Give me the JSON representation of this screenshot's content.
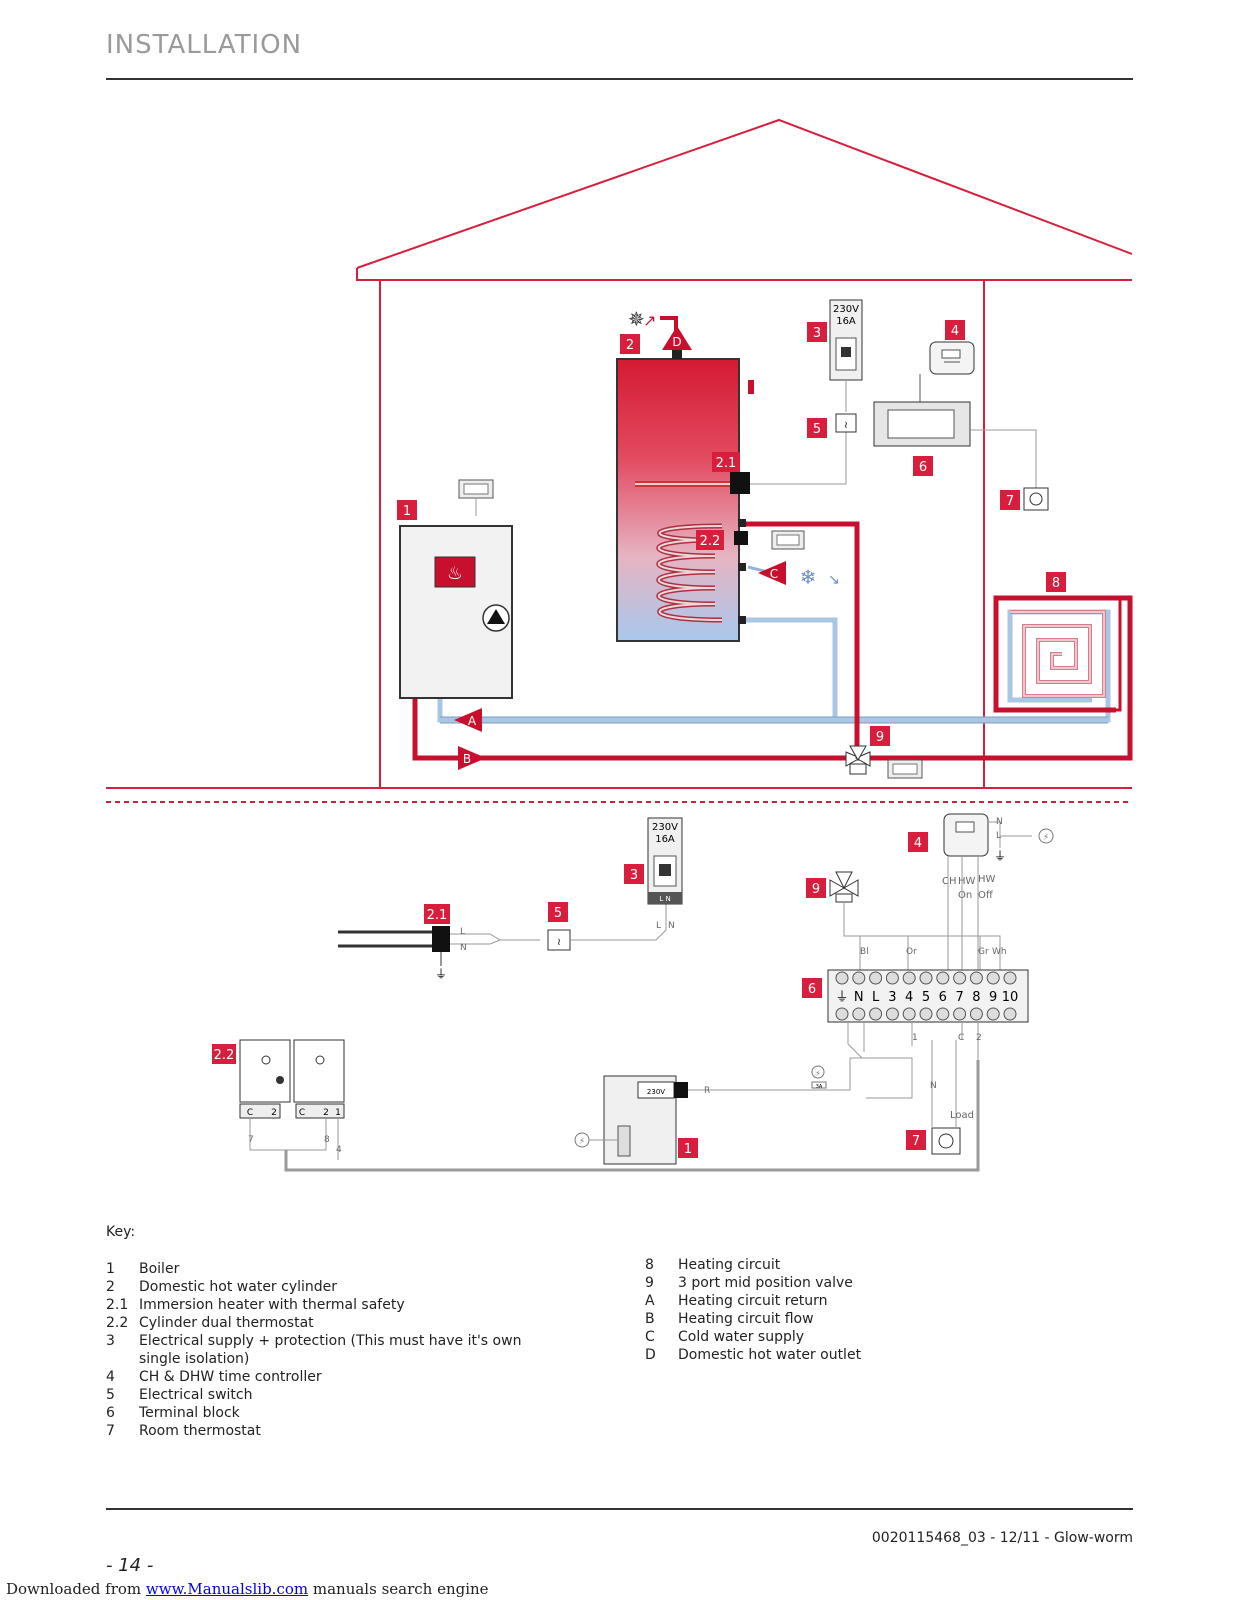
{
  "header": {
    "title": "INSTALLATION"
  },
  "diagram": {
    "badges": [
      "1",
      "2",
      "2.1",
      "2.2",
      "3",
      "4",
      "5",
      "6",
      "7",
      "8",
      "9"
    ],
    "flow_labels": [
      "A",
      "B",
      "C",
      "D"
    ],
    "supply_rating": [
      "230V",
      "16A"
    ],
    "supply_terminals": "L N",
    "heater_wires": [
      "L",
      "N"
    ],
    "switch_wires": [
      "L",
      "N"
    ],
    "controller_wires": [
      "N",
      "L"
    ],
    "controller_outputs": [
      "CH",
      "HW",
      "HW"
    ],
    "controller_outputs_sub": [
      "On",
      "Off"
    ],
    "terminal_colors": [
      "Bl",
      "Or",
      "Gr",
      "Wh"
    ],
    "terminal_numbers": [
      "N",
      "L",
      "3",
      "4",
      "5",
      "6",
      "7",
      "8",
      "9",
      "10"
    ],
    "terminal_lower": [
      "1",
      "C",
      "2"
    ],
    "boiler_wire": "R",
    "boiler_voltage": "230V",
    "fuse": "3A",
    "thermostat_wires": [
      "N",
      "Load"
    ],
    "cyl_thermostat_terminals": [
      "C",
      "2",
      "C",
      "2",
      "1"
    ],
    "cyl_wire_numbers": [
      "7",
      "8",
      "4"
    ]
  },
  "key": {
    "title": "Key:",
    "items_left": [
      {
        "num": "1",
        "text": "Boiler"
      },
      {
        "num": "2",
        "text": "Domestic hot water cylinder"
      },
      {
        "num": "2.1",
        "text": "Immersion heater with thermal safety"
      },
      {
        "num": "2.2",
        "text": "Cylinder dual thermostat"
      },
      {
        "num": "3",
        "text": "Electrical supply + protection (This must have it's own single isolation)"
      },
      {
        "num": "4",
        "text": "CH & DHW time controller"
      },
      {
        "num": "5",
        "text": "Electrical switch"
      },
      {
        "num": "6",
        "text": "Terminal block"
      },
      {
        "num": "7",
        "text": "Room thermostat"
      }
    ],
    "items_right": [
      {
        "num": "8",
        "text": "Heating circuit"
      },
      {
        "num": "9",
        "text": "3 port mid position valve"
      },
      {
        "num": "A",
        "text": "Heating circuit return"
      },
      {
        "num": "B",
        "text": "Heating circuit flow"
      },
      {
        "num": "C",
        "text": "Cold water supply"
      },
      {
        "num": "D",
        "text": "Domestic hot water outlet"
      }
    ]
  },
  "footer": {
    "doc_ref": "0020115468_03 - 12/11 - Glow-worm",
    "page": "- 14 -",
    "download_prefix": "Downloaded from ",
    "download_link": "www.Manualslib.com",
    "download_suffix": " manuals search engine"
  },
  "colors": {
    "accent": "#d81e3c",
    "flow_red": "#c8102e",
    "return_blue": "#a9c6e4",
    "wire_gray": "#9a9a9a"
  }
}
